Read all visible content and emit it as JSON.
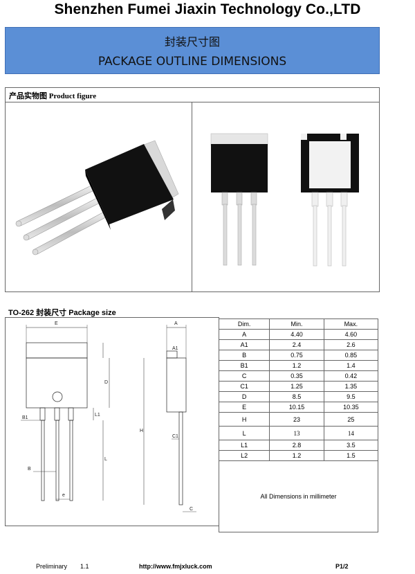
{
  "header": {
    "company": "Shenzhen Fumei Jiaxin Technology Co.,LTD",
    "title_cn": "封装尺寸图",
    "title_en": "PACKAGE OUTLINE DIMENSIONS"
  },
  "product_figure": {
    "label": "产品实物图    Product figure"
  },
  "package": {
    "title": "TO-262  封装尺寸 Package size",
    "drawing_labels": [
      "E",
      "A",
      "A1",
      "D",
      "B1",
      "L1",
      "H",
      "L",
      "B",
      "e",
      "C1",
      "C"
    ]
  },
  "dimensions": {
    "headers": [
      "Dim.",
      "Min.",
      "Max."
    ],
    "rows": [
      [
        "A",
        "4.40",
        "4.60"
      ],
      [
        "A1",
        "2.4",
        "2.6"
      ],
      [
        "B",
        "0.75",
        "0.85"
      ],
      [
        "B1",
        "1.2",
        "1.4"
      ],
      [
        "C",
        "0.35",
        "0.42"
      ],
      [
        "C1",
        "1.25",
        "1.35"
      ],
      [
        "D",
        "8.5",
        "9.5"
      ],
      [
        "E",
        "10.15",
        "10.35"
      ],
      [
        "H",
        "23",
        "25"
      ],
      [
        "L",
        "13",
        "14"
      ],
      [
        "L1",
        "2.8",
        "3.5"
      ],
      [
        "L2",
        "1.2",
        "1.5"
      ]
    ],
    "note": "All Dimensions in millimeter"
  },
  "footer": {
    "status": "Preliminary",
    "version": "1.1",
    "url": "http://www.fmjxluck.com",
    "page": "P1/2"
  }
}
